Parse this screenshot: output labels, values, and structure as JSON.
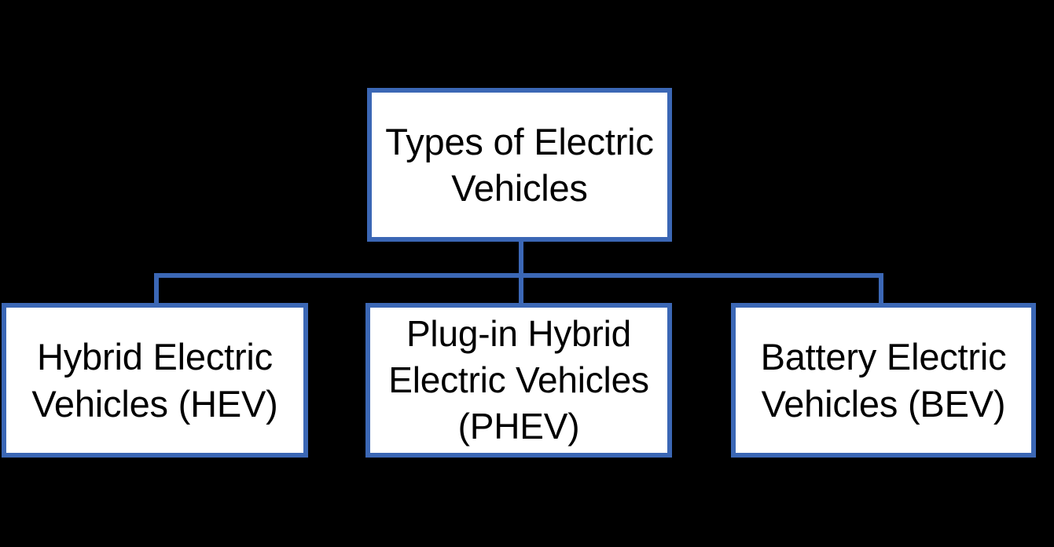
{
  "diagram": {
    "type": "hierarchy-tree",
    "background_color": "#000000",
    "box_fill_color": "#FFFFFF",
    "box_border_color": "#3B67B5",
    "connector_color": "#3B67B5",
    "text_color": "#000000",
    "root": {
      "id": "root-node",
      "label": "Types of Electric\nVehicles",
      "label_plain": "Types of Electric Vehicles"
    },
    "children": [
      {
        "id": "child-hev",
        "label": "Hybrid Electric\nVehicles (HEV)",
        "label_plain": "Hybrid Electric Vehicles (HEV)",
        "abbreviation": "HEV"
      },
      {
        "id": "child-phev",
        "label": "Plug-in Hybrid\nElectric Vehicles\n(PHEV)",
        "label_plain": "Plug-in Hybrid Electric Vehicles (PHEV)",
        "abbreviation": "PHEV"
      },
      {
        "id": "child-bev",
        "label": "Battery Electric\nVehicles (BEV)",
        "label_plain": "Battery Electric Vehicles (BEV)",
        "abbreviation": "BEV"
      }
    ]
  }
}
